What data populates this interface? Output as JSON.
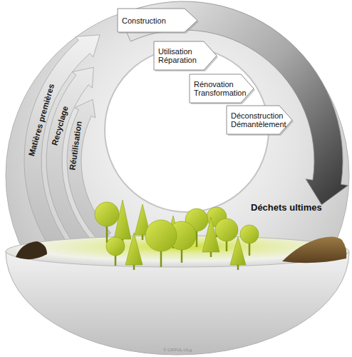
{
  "diagram": {
    "nodes": [
      {
        "text": [
          "Construction"
        ]
      },
      {
        "text": [
          "Utilisation Réparation"
        ]
      },
      {
        "text": [
          "Rénovation Transformation"
        ]
      },
      {
        "text": [
          "Déconstruction Démantèlement"
        ]
      },
      {
        "text": [
          "Matières premières"
        ]
      },
      {
        "text": [
          "Recyclage"
        ]
      },
      {
        "text": [
          "Réutilisation"
        ]
      }
    ],
    "labels": [
      "Déchets ultimes",
      "© CIFFUL-ULg"
    ]
  }
}
